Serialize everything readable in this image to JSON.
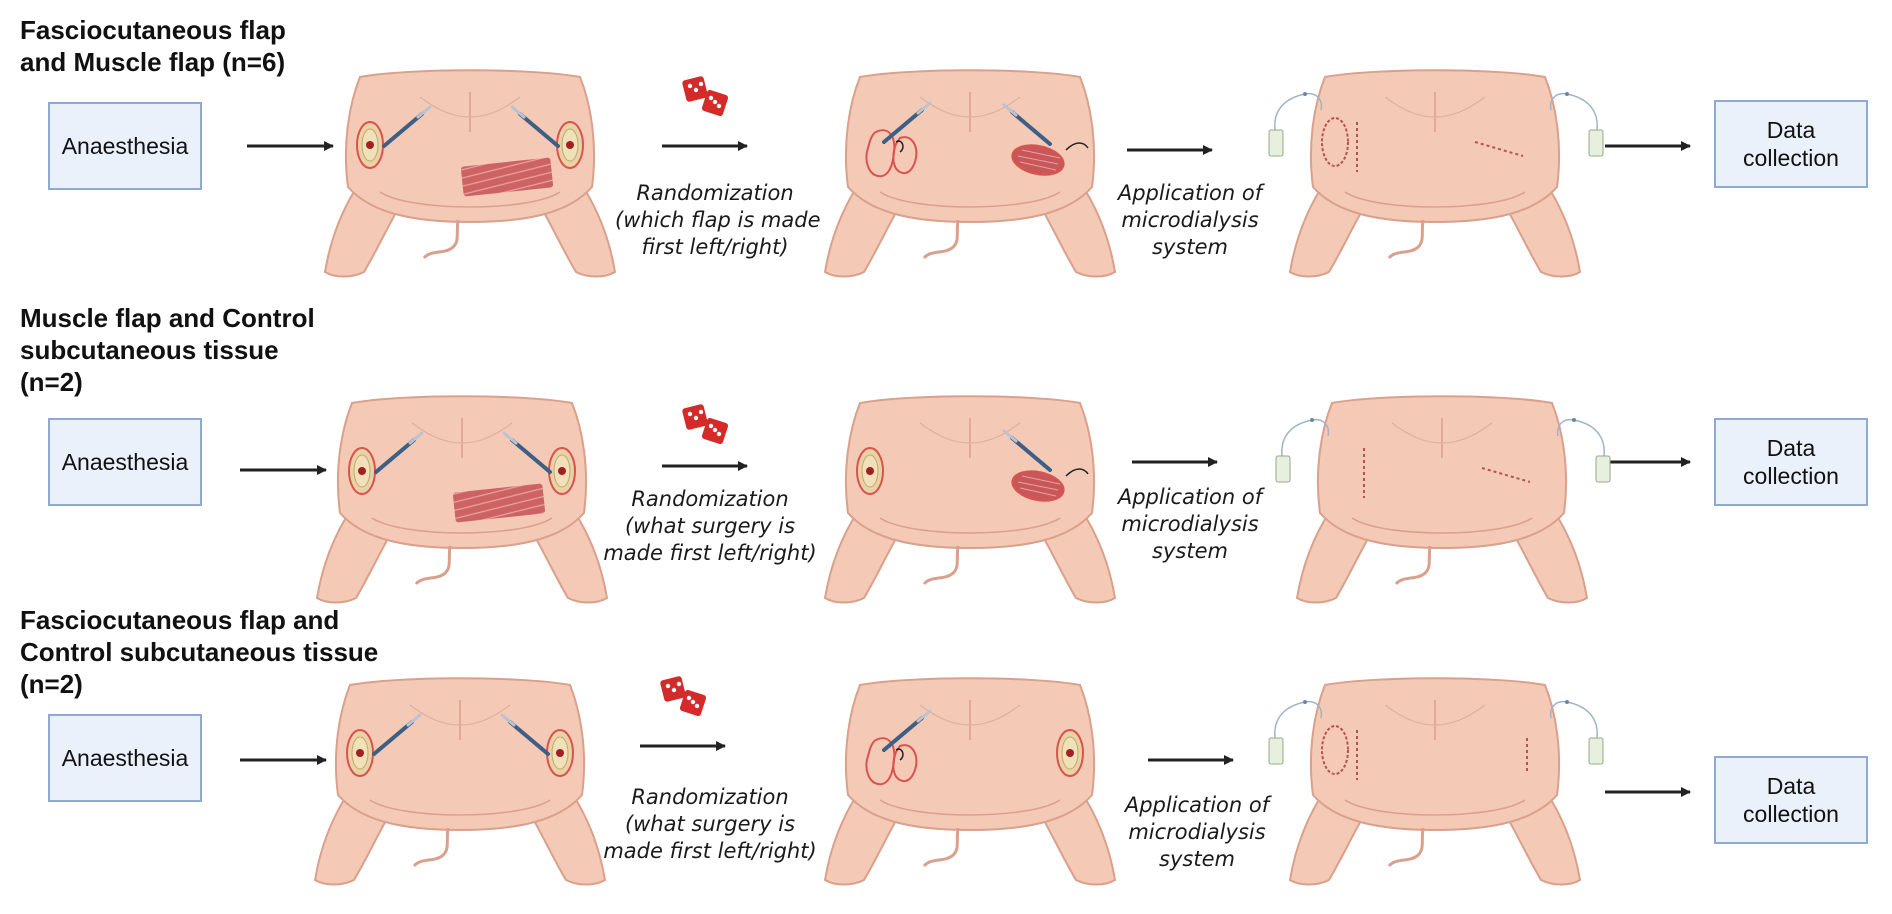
{
  "rows": [
    {
      "heading": [
        "Fasciocutaneous flap",
        "and Muscle flap (n=6)"
      ],
      "start_box": "Anaesthesia",
      "randomization": [
        "Randomization",
        "(which flap is made",
        "first left/right)"
      ],
      "application": [
        "Application of",
        "microdialysis",
        "system"
      ],
      "end_box": [
        "Data",
        "collection"
      ]
    },
    {
      "heading": [
        "Muscle flap and Control",
        "subcutaneous  tissue",
        "(n=2)"
      ],
      "start_box": "Anaesthesia",
      "randomization": [
        "Randomization",
        "(what surgery is",
        "made first left/right)"
      ],
      "application": [
        "Application of",
        "microdialysis",
        "system"
      ],
      "end_box": [
        "Data",
        "collection"
      ]
    },
    {
      "heading": [
        "Fasciocutaneous flap  and",
        "Control subcutaneous tissue",
        "(n=2)"
      ],
      "start_box": "Anaesthesia",
      "randomization": [
        "Randomization",
        "(what surgery is",
        "made first left/right)"
      ],
      "application": [
        "Application of",
        "microdialysis",
        "system"
      ],
      "end_box": [
        "Data",
        "collection"
      ]
    }
  ],
  "colors": {
    "pig_skin": "#f4c9b5",
    "pig_outline": "#d9a08c",
    "flap_outline": "#d9534f",
    "muscle": "#c9575a",
    "scalpel": "#3d5f86",
    "box_fill": "#eaf1fb",
    "box_border": "#8eaad4",
    "dice": "#d42a2a",
    "arrow": "#222222"
  }
}
